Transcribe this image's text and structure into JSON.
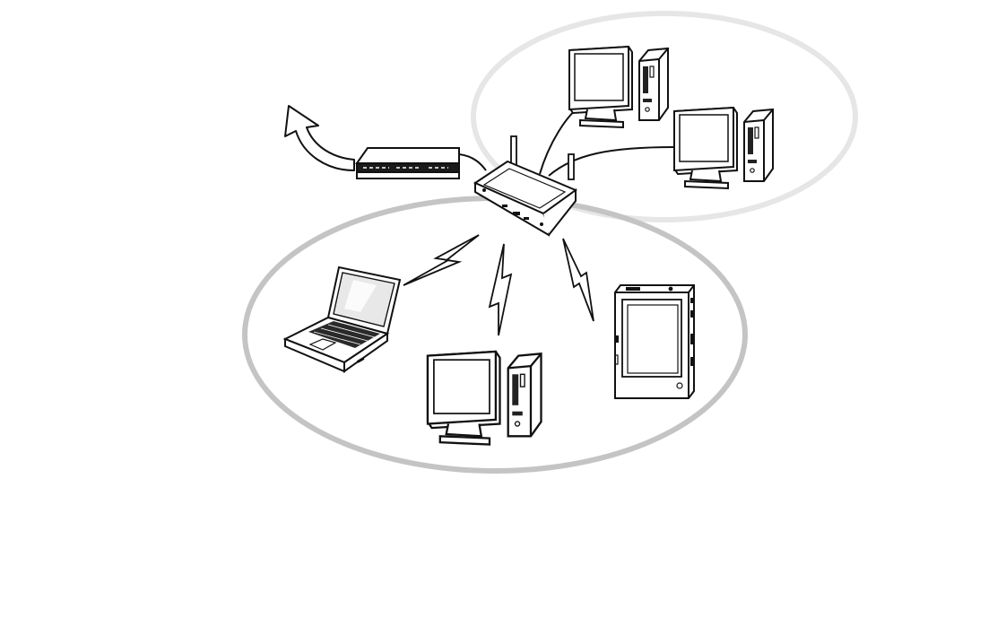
{
  "diagram": {
    "type": "network-topology",
    "description_visible_text": [],
    "colors": {
      "wired_zone_ring": "#e6e6e6",
      "wireless_zone_ring": "#c4c4c6",
      "line": "#111111",
      "device_fill": "#ffffff",
      "device_dark": "#1a1a1a",
      "screen_gray": "#d9d9d9"
    },
    "nodes": [
      {
        "id": "internet",
        "icon": "internet-arrow-icon"
      },
      {
        "id": "modem",
        "icon": "broadband-modem-icon"
      },
      {
        "id": "access-point",
        "icon": "wireless-router-icon"
      },
      {
        "id": "wired-desktop-1",
        "icon": "desktop-computer-icon"
      },
      {
        "id": "wired-desktop-2",
        "icon": "desktop-computer-icon"
      },
      {
        "id": "wireless-laptop",
        "icon": "laptop-icon"
      },
      {
        "id": "wireless-desktop",
        "icon": "desktop-computer-icon"
      },
      {
        "id": "wireless-tablet",
        "icon": "tablet-pc-icon"
      }
    ],
    "links": [
      {
        "from": "modem",
        "to": "internet",
        "kind": "uplink"
      },
      {
        "from": "modem",
        "to": "access-point",
        "kind": "wired"
      },
      {
        "from": "access-point",
        "to": "wired-desktop-1",
        "kind": "wired"
      },
      {
        "from": "access-point",
        "to": "wired-desktop-2",
        "kind": "wired"
      },
      {
        "from": "access-point",
        "to": "wireless-laptop",
        "kind": "wireless"
      },
      {
        "from": "access-point",
        "to": "wireless-desktop",
        "kind": "wireless"
      },
      {
        "from": "access-point",
        "to": "wireless-tablet",
        "kind": "wireless"
      }
    ],
    "zones": [
      {
        "id": "wired-zone",
        "members": [
          "wired-desktop-1",
          "wired-desktop-2"
        ]
      },
      {
        "id": "wireless-zone",
        "members": [
          "wireless-laptop",
          "wireless-desktop",
          "wireless-tablet"
        ]
      }
    ]
  }
}
